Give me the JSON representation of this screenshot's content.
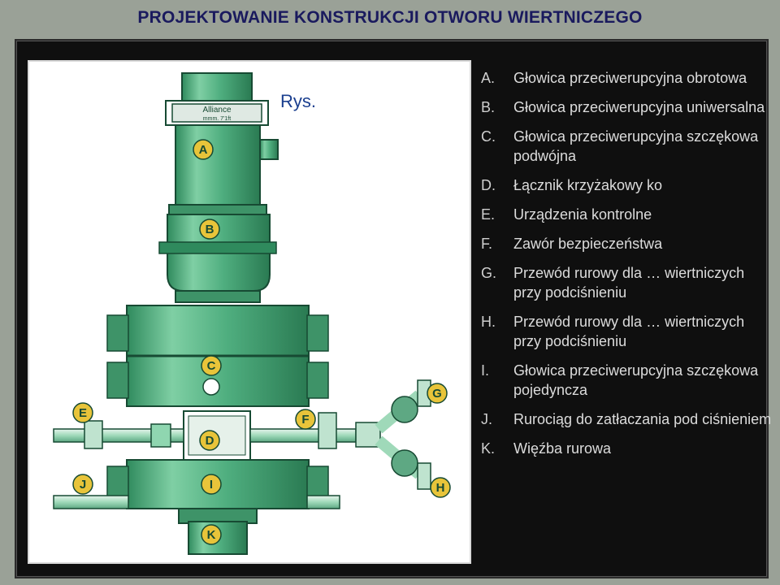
{
  "slide": {
    "title": "PROJEKTOWANIE KONSTRUKCJI OTWORU WIERTNICZEGO",
    "figure_label": "Rys."
  },
  "diagram": {
    "component_labels": [
      "A",
      "B",
      "C",
      "D",
      "E",
      "F",
      "G",
      "H",
      "I",
      "J",
      "K"
    ],
    "nameplate_brand": "Alliance",
    "nameplate_model": "mmm. 7'1ft"
  },
  "legend": [
    {
      "letter": "A.",
      "text": "Głowica przeciwerupcyjna obrotowa"
    },
    {
      "letter": "B.",
      "text": "Głowica przeciwerupcyjna uniwersalna"
    },
    {
      "letter": "C.",
      "text": "Głowica przeciwerupcyjna szczękowa podwójna"
    },
    {
      "letter": "D.",
      "text": "Łącznik krzyżakowy ko"
    },
    {
      "letter": "E.",
      "text": "Urządzenia kontrolne"
    },
    {
      "letter": "F.",
      "text": "Zawór bezpieczeństwa"
    },
    {
      "letter": "G.",
      "text": "Przewód rurowy dla … wiertniczych przy podciśnieniu"
    },
    {
      "letter": "H.",
      "text": "Przewód rurowy dla … wiertniczych przy podciśnieniu"
    },
    {
      "letter": "I.",
      "text": "Głowica przeciwerupcyjna szczękowa pojedyncza"
    },
    {
      "letter": "J.",
      "text": "Rurociąg do zatłaczania pod ciśnieniem"
    },
    {
      "letter": "K.",
      "text": "Więźba rurowa"
    }
  ],
  "colors": {
    "title": "#1a1a5e",
    "equipment_green": "#4fae7f",
    "equipment_light": "#8fd6b0",
    "panel_dark": "#0f0f0f",
    "figure_label": "#1b3f8f"
  }
}
